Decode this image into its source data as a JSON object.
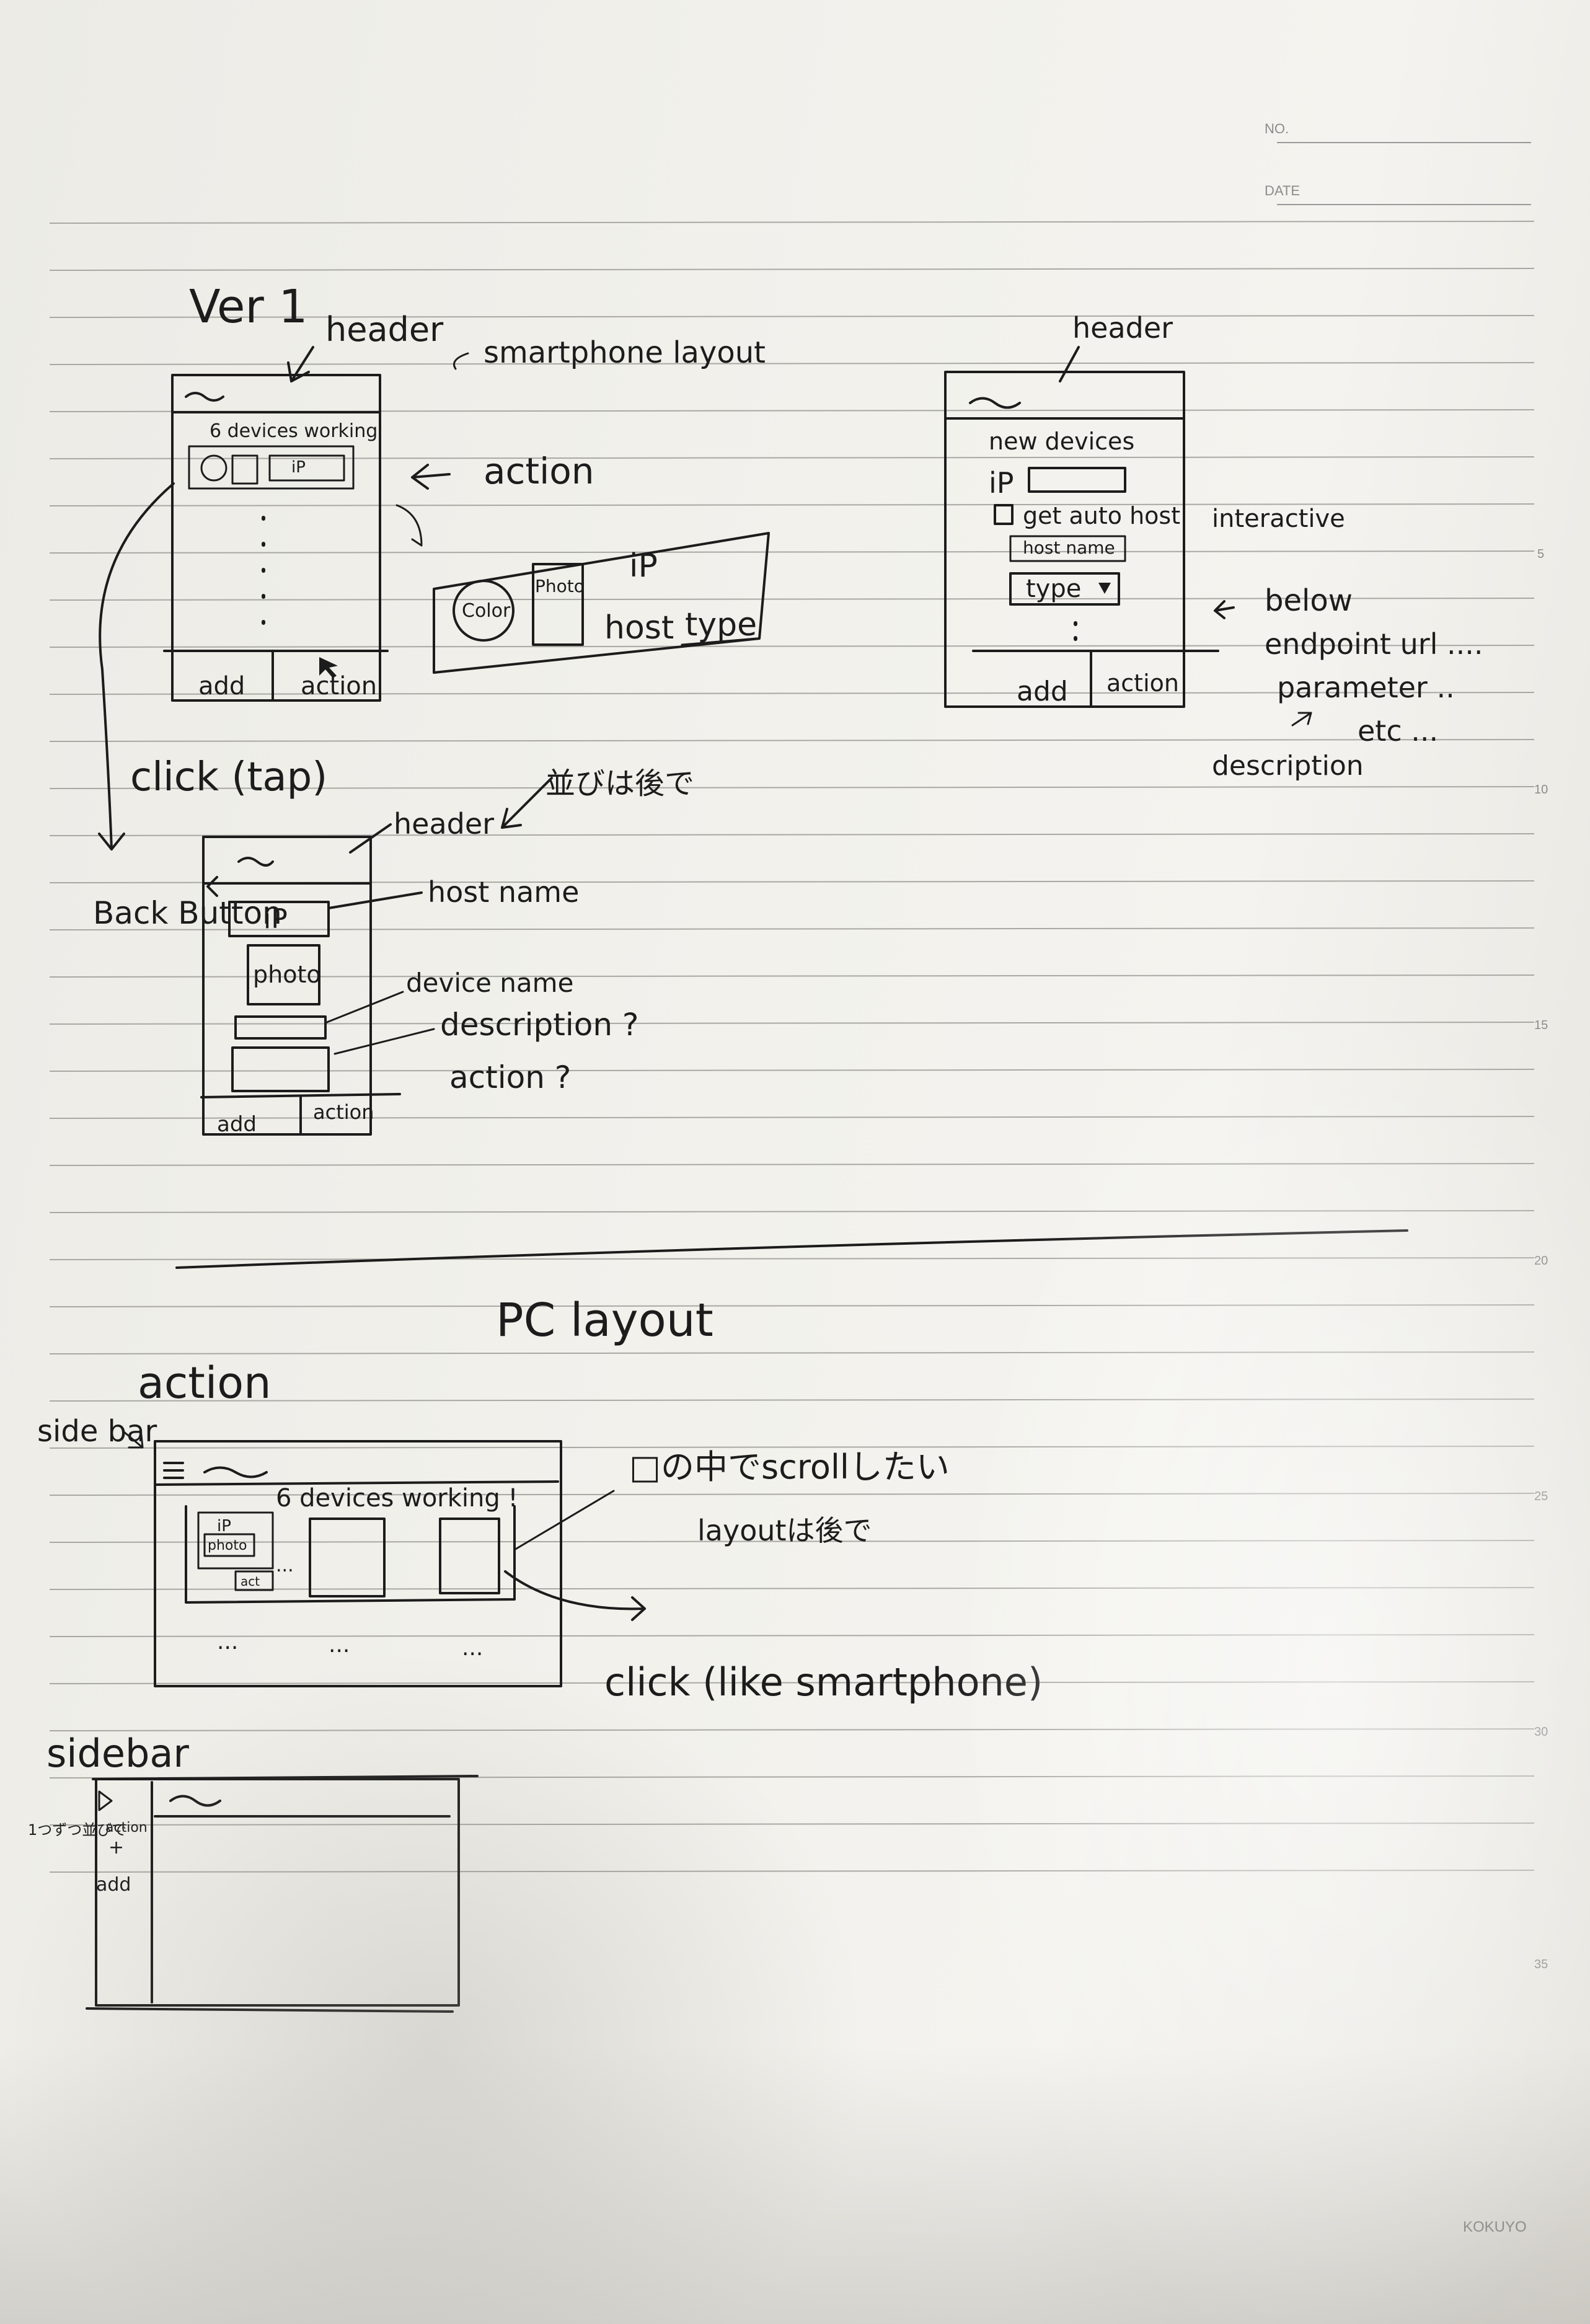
{
  "corner": {
    "no_label": "NO.",
    "date_label": "DATE",
    "brand": "KOKUYO"
  },
  "margin_numbers": [
    "5",
    "10",
    "15",
    "20",
    "25",
    "30",
    "35"
  ],
  "ver1": {
    "title": "Ver 1",
    "header_label": "header",
    "smartphone_label": "smartphone layout",
    "action_label": "action",
    "devices_working": "6 devices working",
    "mini_ip": "iP",
    "footer_add": "add",
    "footer_action": "action",
    "card": {
      "color": "Color",
      "photo": "Photo",
      "ip": "iP",
      "host": "host",
      "type": "type"
    }
  },
  "add_screen": {
    "header_label": "header",
    "new_devices": "new devices",
    "ip_label": "iP",
    "get_auto_host": "get auto host",
    "interactive": "interactive",
    "host_name": "host name",
    "type": "type",
    "below": "below",
    "endpoint": "endpoint url ....",
    "parameter": "parameter ..",
    "etc": "etc ...",
    "description": "description",
    "footer_add": "add",
    "footer_action": "action"
  },
  "detail": {
    "click_tap": "click (tap)",
    "header_label": "header",
    "order_later": "並びは後で",
    "back_button": "Back Button",
    "ip": "iP",
    "host_name": "host name",
    "photo": "photo",
    "device_name": "device name",
    "description": "description ?",
    "action": "action ?",
    "footer_add": "add",
    "footer_action": "action"
  },
  "pc": {
    "title": "PC layout",
    "action_label": "action",
    "side_bar": "side bar",
    "devices_working": "6 devices working !",
    "scroll_note": "□の中でscrollしたい",
    "layout_later": "layoutは後で",
    "click_like": "click (like smartphone)",
    "mini_ip": "iP",
    "mini_photo": "photo",
    "mini_act": "act",
    "dots": "...",
    "sidebar2": "sidebar",
    "sidebar_action": "action",
    "sidebar_add": "add",
    "side_note": "1つずつ並びで"
  }
}
